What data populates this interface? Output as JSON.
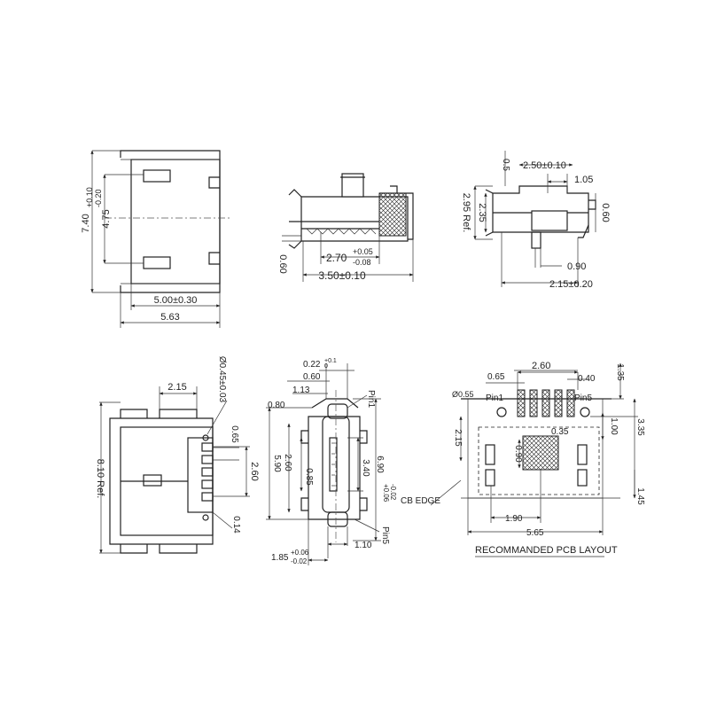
{
  "view_top": {
    "dims": [
      "7.40",
      "+0.10",
      "-0.20",
      "4.75",
      "5.00±0.30",
      "5.63"
    ]
  },
  "view_side": {
    "dims": [
      "0.60",
      "2.70",
      "+0.05",
      "-0.08",
      "3.50±0.10"
    ]
  },
  "view_end": {
    "dims": [
      "0.5",
      "2.50±0.10",
      "1.05",
      "2.95 Ref.",
      "2.35",
      "0.60",
      "0.90",
      "2.15±0.20"
    ]
  },
  "view_bottom": {
    "dims": [
      "Ø0.45±0.03",
      "2.15",
      "0.65",
      "8.10 Ref.",
      "2.60",
      "0.14"
    ]
  },
  "view_front": {
    "dims": [
      "0.22",
      "+0.1",
      "0",
      "0.60",
      "1.13",
      "0.80",
      "5.90",
      "2.60",
      "0.85",
      "1.85",
      "+0.06",
      "-0.02",
      "1.10",
      "6.90",
      "+0.06",
      "-0.02",
      "3.40"
    ],
    "pins": [
      "Pin1",
      "Pin5"
    ]
  },
  "view_pcb": {
    "dims": [
      "0.65",
      "2.60",
      "0.40",
      "1.35",
      "Ø0.55",
      "2.15",
      "0.35",
      "1.00",
      "3.35",
      "0.90",
      "1.45",
      "1.90",
      "5.65"
    ],
    "labels": [
      "Pin1",
      "Pin5",
      "CB EDGE",
      "RECOMMANDED PCB LAYOUT"
    ]
  }
}
